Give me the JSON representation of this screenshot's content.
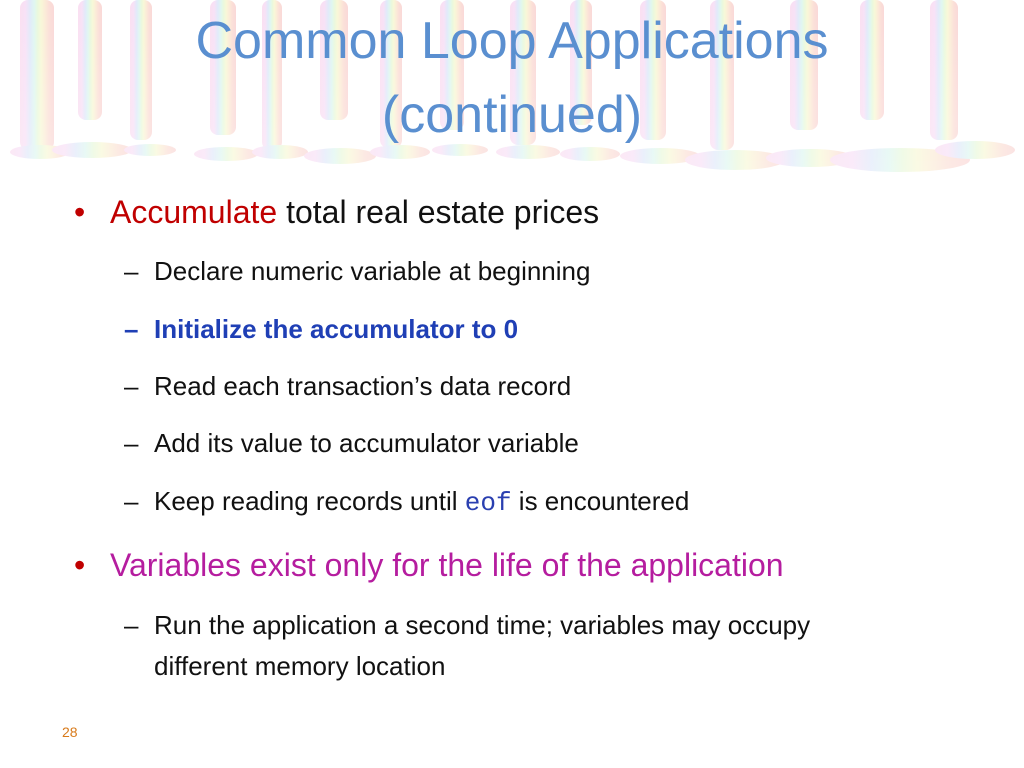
{
  "slide": {
    "title_line1": "Common Loop Applications",
    "title_line2": "(continued)",
    "bullets": [
      {
        "highlight": "Accumulate",
        "rest": " total real estate prices",
        "subs": [
          "Declare numeric variable at beginning",
          "Initialize the accumulator to 0",
          "Read each transaction’s data record",
          "Add its value to accumulator variable"
        ],
        "last_sub": {
          "before": "Keep reading records until ",
          "code": "eof",
          "after": " is encountered"
        }
      },
      {
        "text": "Variables exist only for the life of the application",
        "subs": [
          "Run the application a second time; variables may occupy",
          "different memory location"
        ]
      }
    ],
    "bullet_symbol": "•",
    "dash_symbol": "–",
    "page_number": "28"
  },
  "colors": {
    "title": "#5a8fd0",
    "highlight_red": "#c00000",
    "highlight_magenta": "#b51d9f",
    "highlight_blue": "#1f3fb5",
    "page_number": "#d87a1a"
  }
}
